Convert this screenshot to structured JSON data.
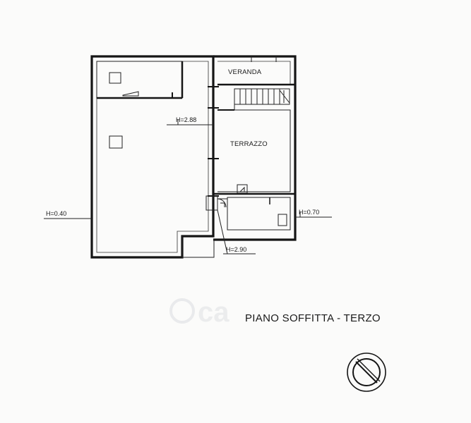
{
  "rooms": {
    "veranda": "VERANDA",
    "terrazzo": "TERRAZZO"
  },
  "heights": {
    "h1": "H=2.88",
    "h2": "H=0.40",
    "h3": "H=0.70",
    "h4": "H=2.90"
  },
  "title": "PIANO SOFFITTA - TERZO",
  "watermark": "ca",
  "icons": {
    "compass": "north-compass-icon"
  },
  "colors": {
    "ink": "#151515",
    "paper": "#fbfbfa"
  }
}
